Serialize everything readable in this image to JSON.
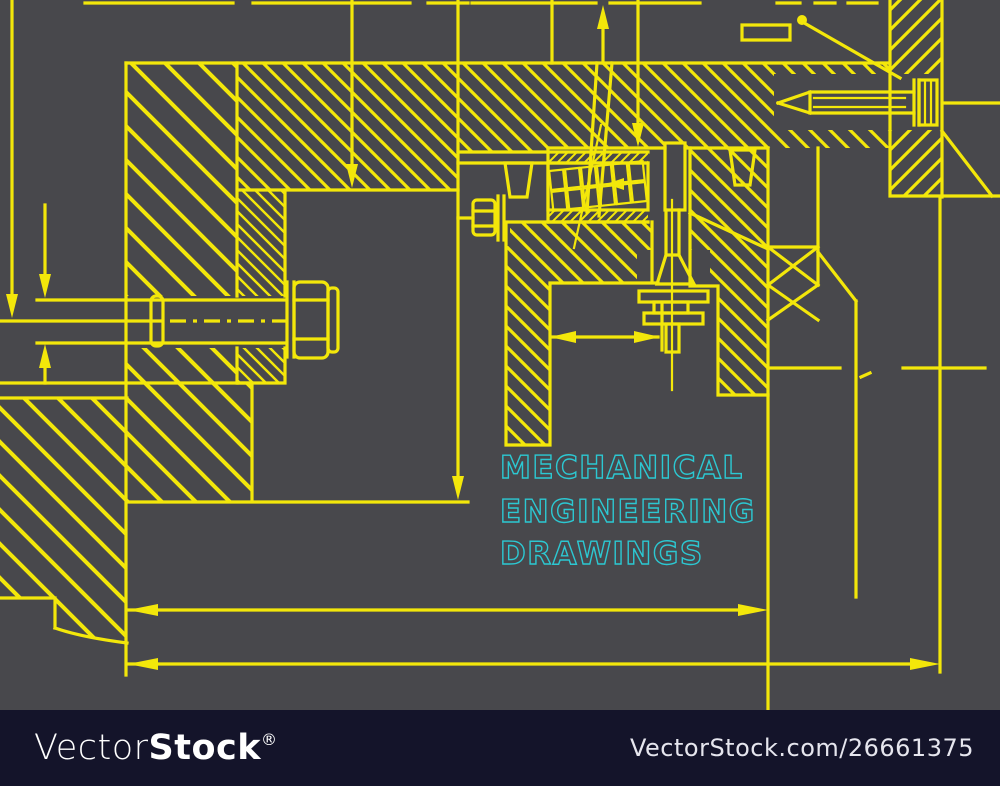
{
  "colors": {
    "background": "#48484c",
    "yellow": "#f3e70a",
    "cyan": "#2cc8d2",
    "footer_bg": "#14142a",
    "footer_text": "#ffffff",
    "footer_ref": "#e6e6ee"
  },
  "overlay": {
    "lines": [
      "MECHANICAL",
      "ENGINEERING",
      "DRAWINGS"
    ]
  },
  "footer": {
    "brand_light": "Vector",
    "brand_bold": "Stock",
    "registered_mark": "®",
    "image_ref": "VectorStock.com/26661375"
  }
}
